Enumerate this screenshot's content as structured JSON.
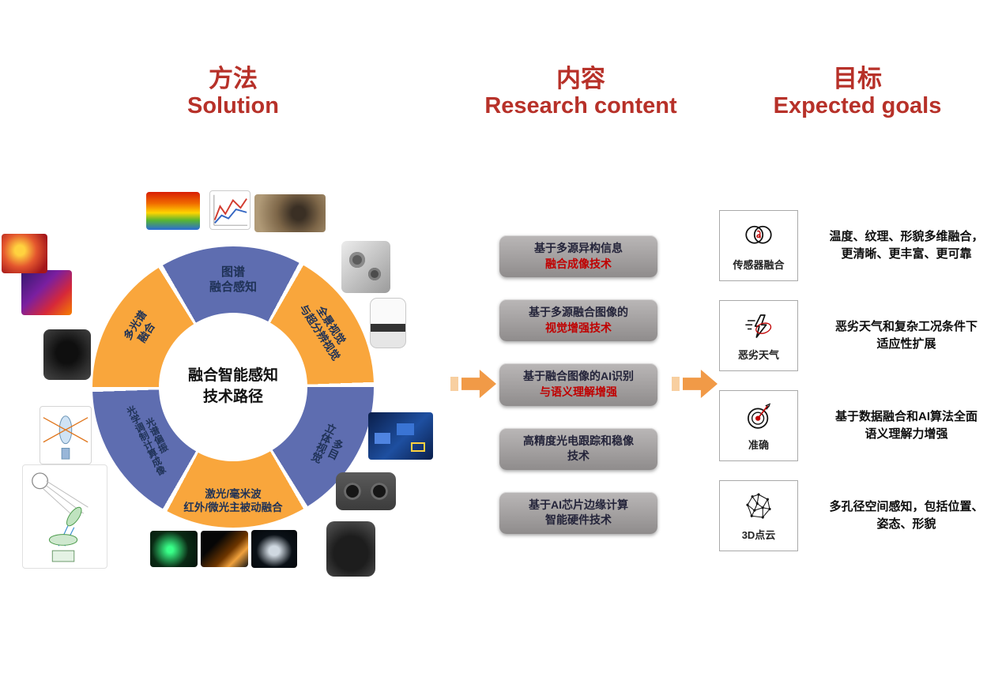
{
  "headers": {
    "solution": {
      "zh": "方法",
      "en": "Solution"
    },
    "content": {
      "zh": "内容",
      "en": "Research content"
    },
    "goals": {
      "zh": "目标",
      "en": "Expected goals"
    }
  },
  "diagram": {
    "center": {
      "line1": "融合智能感知",
      "line2": "技术路径"
    },
    "segments": [
      {
        "line1": "图谱",
        "line2": "融合感知"
      },
      {
        "line1": "全景视觉",
        "line2": "与超分辨视觉"
      },
      {
        "line1": "多目",
        "line2": "立体视觉"
      },
      {
        "line1": "激光/毫米波",
        "line2": "红外/微光主被动融合"
      },
      {
        "line1": "光谱偏振",
        "line2": "光学调制计算成像"
      },
      {
        "line1": "多光谱",
        "line2": "融合"
      }
    ],
    "thumbnails": [
      "thermal-cube-image",
      "spectral-curves-chart",
      "pipeline-photo",
      "multi-camera-cube-sensor",
      "panoramic-camera",
      "target-detection-image",
      "stereo-camera",
      "gimbal-camera",
      "low-light-person-image",
      "thermal-ship-image",
      "night-vision-ship-image",
      "black-lens-module",
      "thermal-scene-image",
      "thermal-strawberries-image",
      "optics-lens-diagram",
      "optical-path-diagram"
    ]
  },
  "research": {
    "boxes": [
      {
        "line1": "基于多源异构信息",
        "line2": "融合成像技术"
      },
      {
        "line1": "基于多源融合图像的",
        "line2": "视觉增强技术"
      },
      {
        "line1": "基于融合图像的AI识别",
        "line2": "与语义理解增强"
      },
      {
        "line1": "高精度光电跟踪和稳像",
        "line2": "技术"
      },
      {
        "line1": "基于AI芯片边缘计算",
        "line2": "智能硬件技术"
      }
    ]
  },
  "goals": {
    "items": [
      {
        "icon": "sensor-fusion-icon",
        "label": "传感器融合",
        "desc_line1": "温度、纹理、形貌多维融合，",
        "desc_line2": "更清晰、更丰富、更可靠"
      },
      {
        "icon": "severe-weather-icon",
        "label": "恶劣天气",
        "desc_line1": "恶劣天气和复杂工况条件下",
        "desc_line2": "适应性扩展"
      },
      {
        "icon": "accuracy-icon",
        "label": "准确",
        "desc_line1": "基于数据融合和AI算法全面",
        "desc_line2": "语义理解力增强"
      },
      {
        "icon": "point-cloud-icon",
        "label": "3D点云",
        "desc_line1": "多孔径空间感知，包括位置、",
        "desc_line2": "姿态、形貌"
      }
    ]
  },
  "colors": {
    "header_red": "#B73129",
    "segment_blue": "#5E6DB0",
    "segment_yellow": "#F9A63C",
    "arrow_orange": "#F19A47",
    "box_gray": "#A3A0A0",
    "highlight_red": "#C00000"
  }
}
